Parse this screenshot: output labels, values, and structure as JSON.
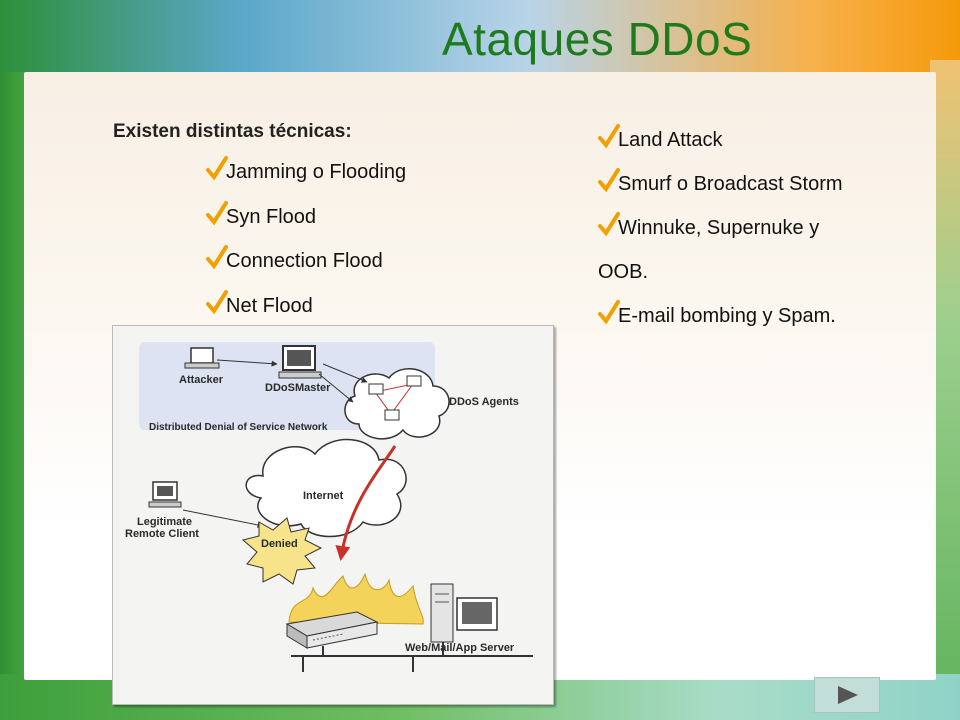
{
  "slide": {
    "title": "Ataques DDoS",
    "intro": "Existen distintas técnicas:",
    "left_items": [
      "Jamming o Flooding",
      "Syn Flood",
      "Connection Flood",
      "Net Flood"
    ],
    "right_items": [
      "Land Attack",
      "Smurf o Broadcast Storm",
      "Winnuke, Supernuke y",
      "E-mail bombing y Spam."
    ],
    "right_item_continuation": "OOB.",
    "bullet_icon": "checkmark-icon",
    "accent_color": "#1f7a1e",
    "check_color": "#f2a000"
  },
  "diagram": {
    "attacker": "Attacker",
    "master": "DDoSMaster",
    "agents": "DDoS Agents",
    "network": "Distributed Denial of Service Network",
    "internet": "Internet",
    "client_line1": "Legitimate",
    "client_line2": "Remote Client",
    "denied": "Denied",
    "server": "Web/Mail/App Server"
  },
  "navigation": {
    "next_icon": "play-next-icon"
  }
}
